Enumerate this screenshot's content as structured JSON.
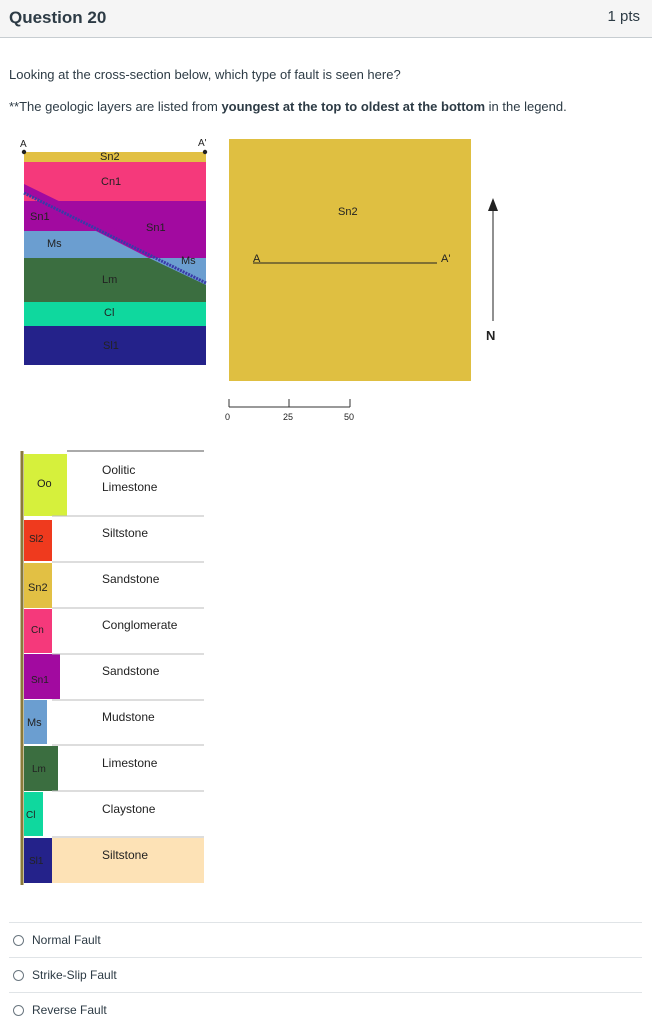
{
  "header": {
    "title": "Question 20",
    "points": "1 pts"
  },
  "question": {
    "text": "Looking at the cross-section below, which type of fault is seen here?",
    "note_pre": "**The geologic layers are listed from ",
    "note_bold": "youngest at the top to oldest at the bottom",
    "note_post": " in the legend."
  },
  "cross_section": {
    "endpoint_a": "A",
    "endpoint_a_prime": "A'",
    "layers": [
      "Sn2",
      "Cn1",
      "Sn1",
      "Ms",
      "Lm",
      "Cl",
      "Sl1"
    ],
    "hanging_labels": [
      "Sn1",
      "Ms"
    ],
    "colors": {
      "Sn2": "#e2c044",
      "Cn1": "#f5397b",
      "Sn1": "#a20aa0",
      "Ms": "#6b9ed0",
      "Lm": "#3b6e40",
      "Cl": "#0fd89e",
      "Sl1": "#24228a"
    }
  },
  "map": {
    "surface_unit": "Sn2",
    "line_start": "A",
    "line_end": "A'",
    "north": "N",
    "scale_labels": [
      "0",
      "25",
      "50"
    ],
    "surface_color": "#dfbf41"
  },
  "legend": [
    {
      "code": "Oo",
      "name_line1": "Oolitic",
      "name_line2": "Limestone",
      "color": "#d6f03c"
    },
    {
      "code": "Sl2",
      "name_line1": "Siltstone",
      "name_line2": "",
      "color": "#ef3a1e"
    },
    {
      "code": "Sn2",
      "name_line1": "Sandstone",
      "name_line2": "",
      "color": "#e2c044"
    },
    {
      "code": "Cn",
      "name_line1": "Conglomerate",
      "name_line2": "",
      "color": "#f5397b"
    },
    {
      "code": "Sn1",
      "name_line1": "Sandstone",
      "name_line2": "",
      "color": "#a20aa0"
    },
    {
      "code": "Ms",
      "name_line1": "Mudstone",
      "name_line2": "",
      "color": "#6b9ed0"
    },
    {
      "code": "Lm",
      "name_line1": "Limestone",
      "name_line2": "",
      "color": "#3b6e40"
    },
    {
      "code": "Cl",
      "name_line1": "Claystone",
      "name_line2": "",
      "color": "#0fd89e"
    },
    {
      "code": "Sl1",
      "name_line1": "Siltstone",
      "name_line2": "",
      "color": "#24228a"
    }
  ],
  "answers": [
    {
      "label": "Normal Fault"
    },
    {
      "label": "Strike-Slip Fault"
    },
    {
      "label": "Reverse Fault"
    }
  ]
}
